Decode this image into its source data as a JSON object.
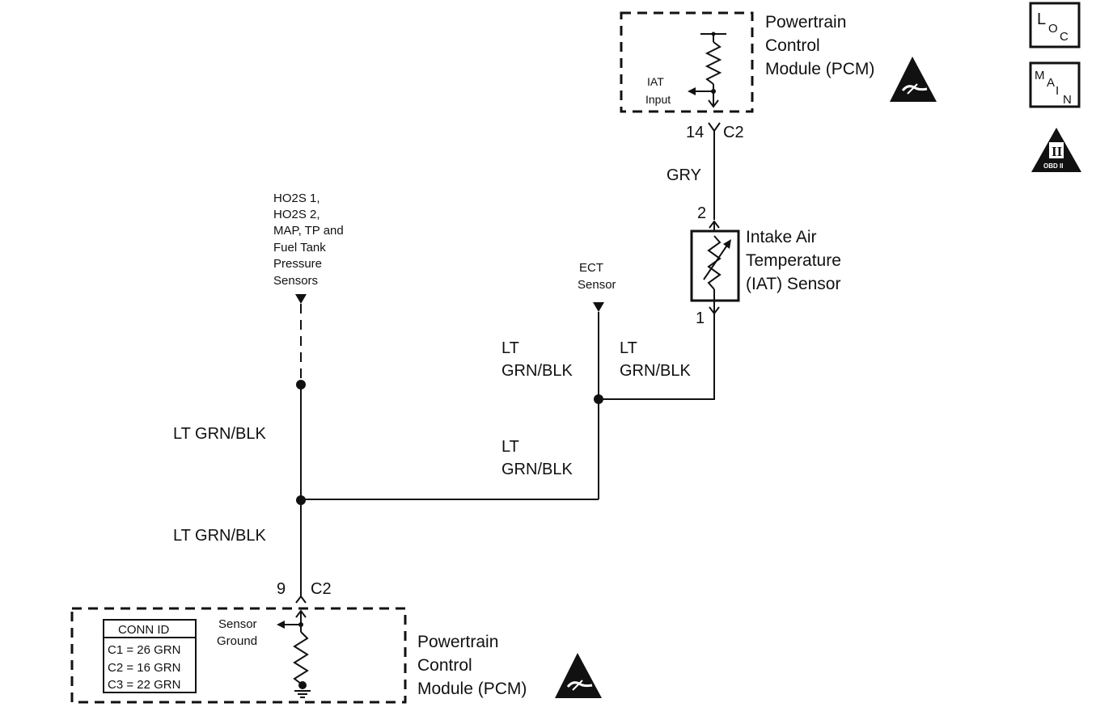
{
  "pcm_top": {
    "title_lines": [
      "Powertrain",
      "Control",
      "Module (PCM)"
    ],
    "input_lines": [
      "IAT",
      "Input"
    ]
  },
  "connector_top": {
    "pin": "14",
    "id": "C2"
  },
  "wire_gry": "GRY",
  "iat_sensor": {
    "pin_top": "2",
    "pin_bottom": "1",
    "title_lines": [
      "Intake Air",
      "Temperature",
      "(IAT) Sensor"
    ]
  },
  "ho2s_label_lines": [
    "HO2S 1,",
    "HO2S 2,",
    "MAP, TP and",
    "Fuel Tank",
    "Pressure",
    "Sensors"
  ],
  "ect_label_lines": [
    "ECT",
    "Sensor"
  ],
  "wires": {
    "ect_drop": [
      "LT",
      "GRN/BLK"
    ],
    "iat_drop": [
      "LT",
      "GRN/BLK"
    ],
    "middle_branch": [
      "LT",
      "GRN/BLK"
    ],
    "left_upper": "LT GRN/BLK",
    "left_lower": "LT GRN/BLK"
  },
  "connector_bottom": {
    "pin": "9",
    "id": "C2"
  },
  "pcm_bottom": {
    "title_lines": [
      "Powertrain",
      "Control",
      "Module (PCM)"
    ],
    "ground_lines": [
      "Sensor",
      "Ground"
    ],
    "conn_id": {
      "header": "CONN ID",
      "rows": [
        "C1 = 26 GRN",
        "C2 = 16 GRN",
        "C3 = 22 GRN"
      ]
    }
  },
  "legend_icons": [
    {
      "name": "loc-icon",
      "letters": [
        "L",
        "O",
        "C"
      ]
    },
    {
      "name": "main-icon",
      "letters": [
        "M",
        "A",
        "I",
        "N"
      ]
    },
    {
      "name": "obd-ii-icon",
      "roman": "II",
      "caption": "OBD II"
    }
  ]
}
